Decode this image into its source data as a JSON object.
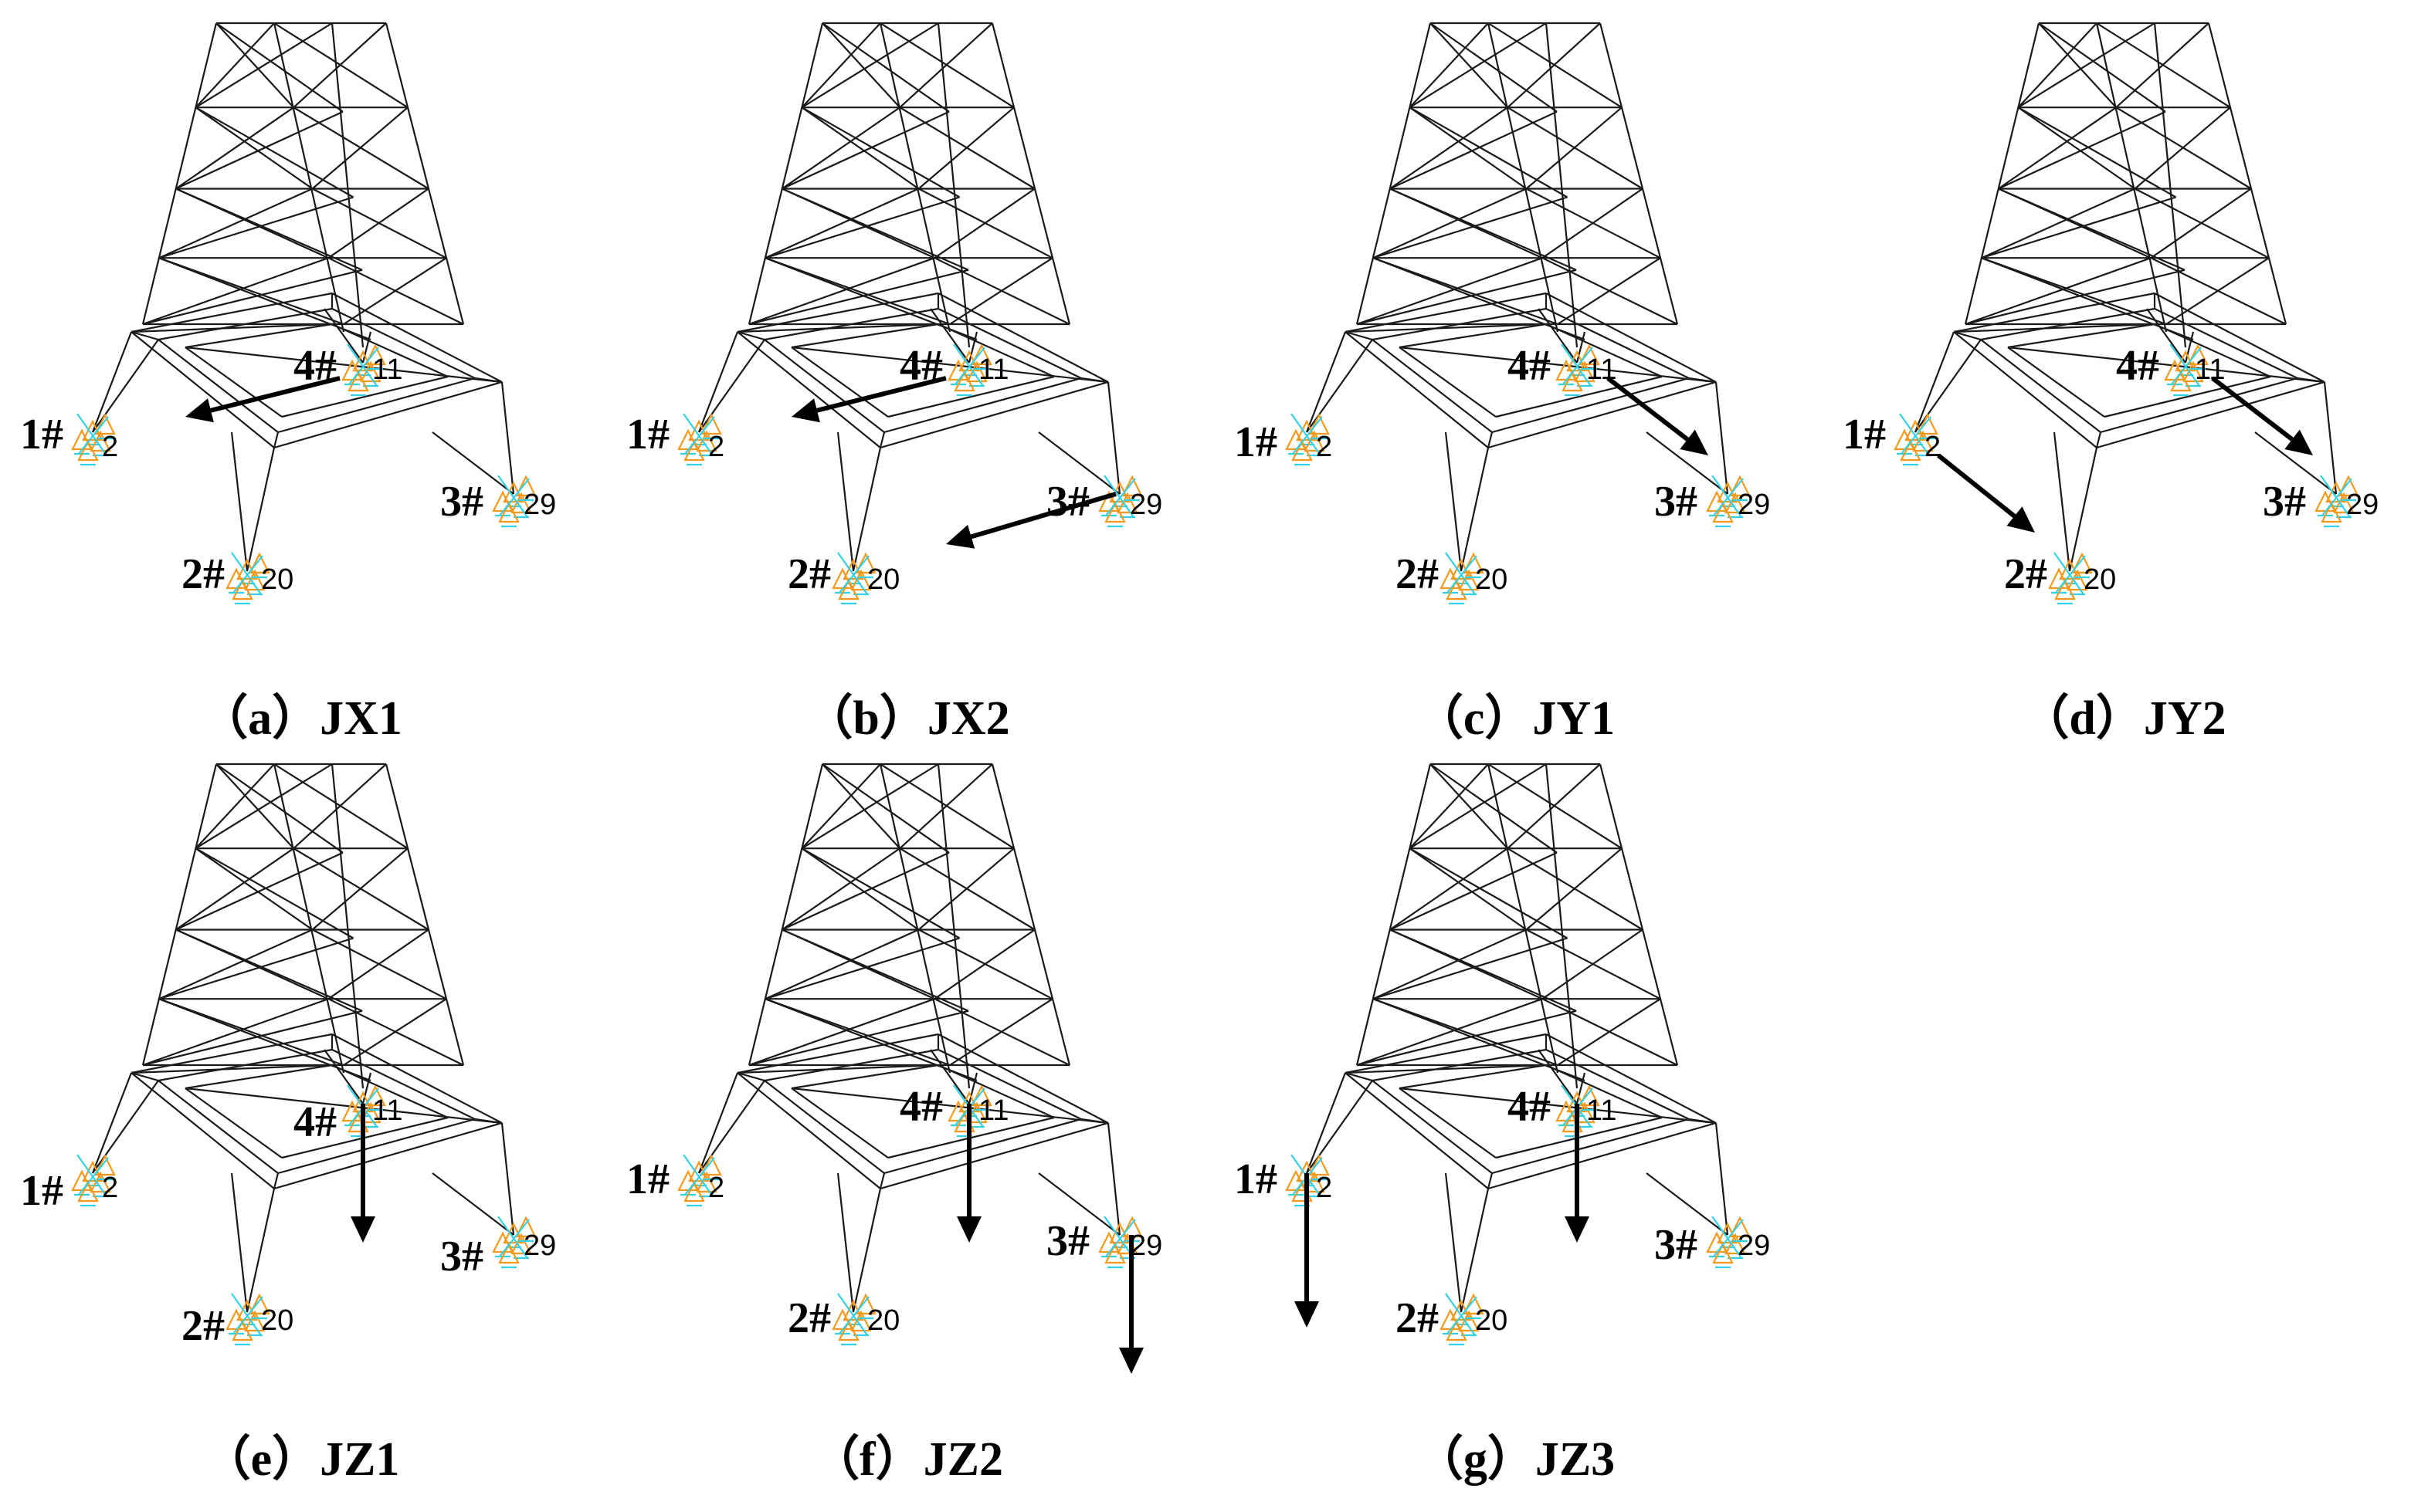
{
  "panels": [
    {
      "id": "a",
      "caption": "（a）JX1",
      "supports": [
        {
          "label": "1#",
          "node": "2"
        },
        {
          "label": "2#",
          "node": "20"
        },
        {
          "label": "3#",
          "node": "29"
        },
        {
          "label": "4#",
          "node": "11"
        }
      ]
    },
    {
      "id": "b",
      "caption": "（b）JX2",
      "supports": [
        {
          "label": "1#",
          "node": "2"
        },
        {
          "label": "2#",
          "node": "20"
        },
        {
          "label": "3#",
          "node": "29"
        },
        {
          "label": "4#",
          "node": "11"
        }
      ]
    },
    {
      "id": "c",
      "caption": "（c）JY1",
      "supports": [
        {
          "label": "1#",
          "node": "2"
        },
        {
          "label": "2#",
          "node": "20"
        },
        {
          "label": "3#",
          "node": "29"
        },
        {
          "label": "4#",
          "node": "11"
        }
      ]
    },
    {
      "id": "d",
      "caption": "（d）JY2",
      "supports": [
        {
          "label": "1#",
          "node": "2"
        },
        {
          "label": "2#",
          "node": "20"
        },
        {
          "label": "3#",
          "node": "29"
        },
        {
          "label": "4#",
          "node": "11"
        }
      ]
    },
    {
      "id": "e",
      "caption": "（e）JZ1",
      "supports": [
        {
          "label": "1#",
          "node": "2"
        },
        {
          "label": "2#",
          "node": "20"
        },
        {
          "label": "3#",
          "node": "29"
        },
        {
          "label": "4#",
          "node": "11"
        }
      ]
    },
    {
      "id": "f",
      "caption": "（f）JZ2",
      "supports": [
        {
          "label": "1#",
          "node": "2"
        },
        {
          "label": "2#",
          "node": "20"
        },
        {
          "label": "3#",
          "node": "29"
        },
        {
          "label": "4#",
          "node": "11"
        }
      ]
    },
    {
      "id": "g",
      "caption": "（g）JZ3",
      "supports": [
        {
          "label": "1#",
          "node": "2"
        },
        {
          "label": "2#",
          "node": "20"
        },
        {
          "label": "3#",
          "node": "29"
        },
        {
          "label": "4#",
          "node": "11"
        }
      ]
    }
  ],
  "colors": {
    "tower": "#1a1a1a",
    "arrow": "#000000",
    "support_primary": "#f39a1e",
    "support_secondary": "#33d1e6"
  }
}
